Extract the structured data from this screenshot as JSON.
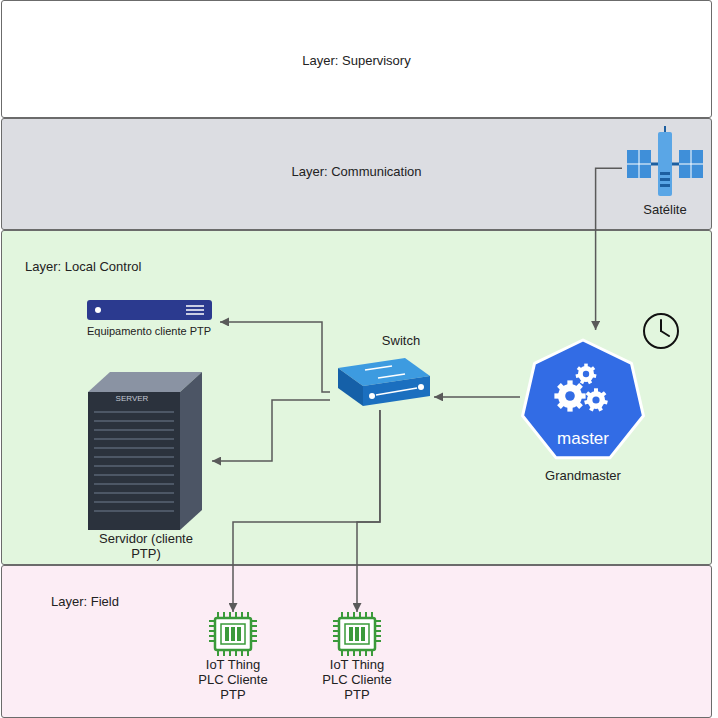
{
  "diagram": {
    "nodes": [
      {
        "text": [
          "Layer: Supervisory"
        ]
      },
      {
        "text": [
          "Layer: Communication"
        ]
      },
      {
        "text": [
          "Satélite"
        ],
        "in": 1
      },
      {
        "text": [
          "Layer: Local Control"
        ]
      },
      {
        "text": [
          "Equipamento cliente PTP"
        ],
        "in": 3
      },
      {
        "text": [
          "Switch"
        ],
        "in": 3
      },
      {
        "text": [
          "master",
          "Grandmaster"
        ],
        "in": 3
      },
      {
        "text": [
          "Servidor (cliente PTP)"
        ],
        "in": 3
      },
      {
        "text": [
          "Layer: Field"
        ]
      },
      {
        "text": [
          "IoT Thing PLC Cliente PTP"
        ],
        "in": 8
      },
      {
        "text": [
          "IoT Thing PLC Cliente PTP"
        ],
        "in": 8
      }
    ],
    "edges": [
      {
        "from": 2,
        "to": 6,
        "arrow": "to"
      },
      {
        "from": 6,
        "to": 5,
        "arrow": "to"
      },
      {
        "from": 5,
        "to": 4,
        "arrow": "to"
      },
      {
        "from": 5,
        "to": 7,
        "arrow": "to"
      },
      {
        "from": 5,
        "to": 9,
        "arrow": "to"
      },
      {
        "from": 5,
        "to": 10,
        "arrow": "to"
      }
    ],
    "labels": [
      "SERVER"
    ]
  }
}
